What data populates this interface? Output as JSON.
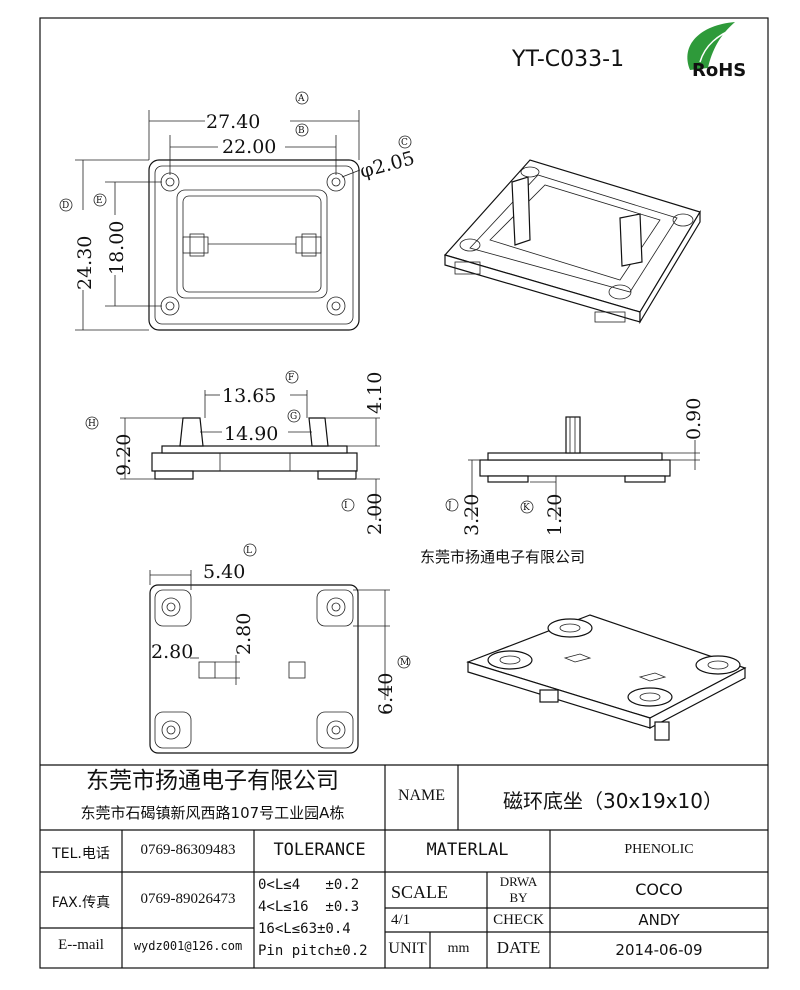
{
  "drawing": {
    "part_number": "YT-C033-1",
    "rohs_logo": "RoHS",
    "watermark": "东莞市扬通电子有限公司"
  },
  "dimensions": {
    "top_width_outer": "27.40",
    "top_width_outer_tag": "A",
    "top_width_inner": "22.00",
    "top_width_inner_tag": "B",
    "hole_diameter": "φ2.05",
    "hole_diameter_tag": "C",
    "top_height_outer": "24.30",
    "top_height_outer_tag": "D",
    "top_height_inner": "18.00",
    "top_height_inner_tag": "E",
    "side_span_top": "13.65",
    "side_span_top_tag": "F",
    "side_span_inner": "14.90",
    "side_span_inner_tag": "G",
    "side_total_height": "9.20",
    "side_total_height_tag": "H",
    "side_post_height": "4.10",
    "side_base_height": "2.00",
    "side_base_height_tag": "I",
    "end_base_height": "3.20",
    "end_base_height_tag": "J",
    "end_foot_height": "1.20",
    "end_foot_height_tag": "K",
    "end_top_gap": "0.90",
    "bottom_slot_offset": "5.40",
    "bottom_slot_offset_tag": "L",
    "bottom_square_w": "2.80",
    "bottom_square_h": "2.80",
    "bottom_slot_height": "6.40",
    "bottom_slot_height_tag": "M"
  },
  "title_block": {
    "company": "东莞市扬通电子有限公司",
    "address": "东莞市石碣镇新风西路107号工业园A栋",
    "name_label": "NAME",
    "name_value": "磁环底坐（30x19x10）",
    "tel_label": "TEL.电话",
    "tel_value": "0769-86309483",
    "fax_label": "FAX.传真",
    "fax_value": "0769-89026473",
    "email_label": "E--mail",
    "email_value": "wydz001@126.com",
    "tolerance_label": "TOLERANCE",
    "tolerance_rows": [
      "0<L≤4   ±0.2",
      "4<L≤16  ±0.3",
      "16<L≤63±0.4",
      "Pin pitch±0.2"
    ],
    "material_label": "MATERLAL",
    "material_value": "PHENOLIC",
    "scale_label": "SCALE",
    "scale_value": "4/1",
    "drawn_by_label_1": "DRWA",
    "drawn_by_label_2": "BY",
    "drawn_by_value": "COCO",
    "check_label": "CHECK",
    "check_value": "ANDY",
    "unit_label": "UNIT",
    "unit_value": "mm",
    "date_label": "DATE",
    "date_value": "2014-06-09"
  }
}
